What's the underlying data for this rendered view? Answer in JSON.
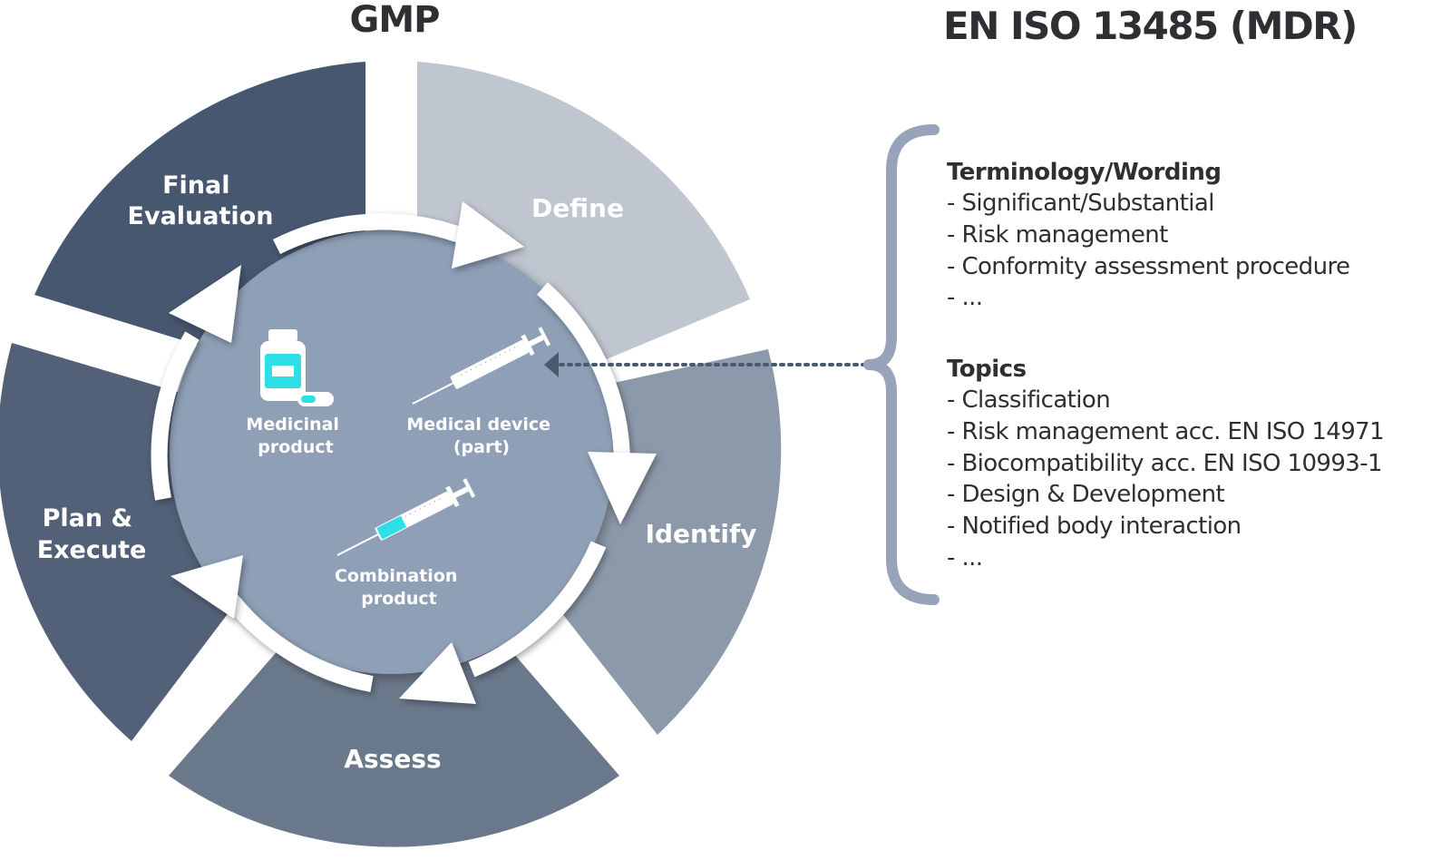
{
  "titles": {
    "left": "GMP",
    "right": "EN ISO 13485 (MDR)"
  },
  "cycle": {
    "segments": {
      "define": "Define",
      "identify": "Identify",
      "assess": "Assess",
      "plan_execute": [
        "Plan &",
        "Execute"
      ],
      "final_evaluation": [
        "Final",
        "Evaluation"
      ]
    },
    "colors": {
      "define": "#bfc6d0",
      "identify": "#8c99aa",
      "assess": "#6a788b",
      "plan_execute": "#536178",
      "final_evaluation": "#485770",
      "inner_circle": "#8e9fb6"
    },
    "products": {
      "medicinal": [
        "Medicinal",
        "product"
      ],
      "device": [
        "Medical device",
        "(part)"
      ],
      "combination": [
        "Combination",
        "product"
      ]
    },
    "accent_color": "#2ee0e6"
  },
  "panel": {
    "terminology": {
      "heading": "Terminology/Wording",
      "items": [
        "- Significant/Substantial",
        "- Risk management",
        "- Conformity assessment procedure",
        "- ..."
      ]
    },
    "topics": {
      "heading": "Topics",
      "items": [
        "- Classification",
        "- Risk management acc. EN ISO 14971",
        "- Biocompatibility acc. EN ISO 10993-1",
        "- Design & Development",
        "- Notified body interaction",
        "- ..."
      ]
    },
    "brace_color": "#96a3b9",
    "dots_color": "#4a5a6e"
  }
}
